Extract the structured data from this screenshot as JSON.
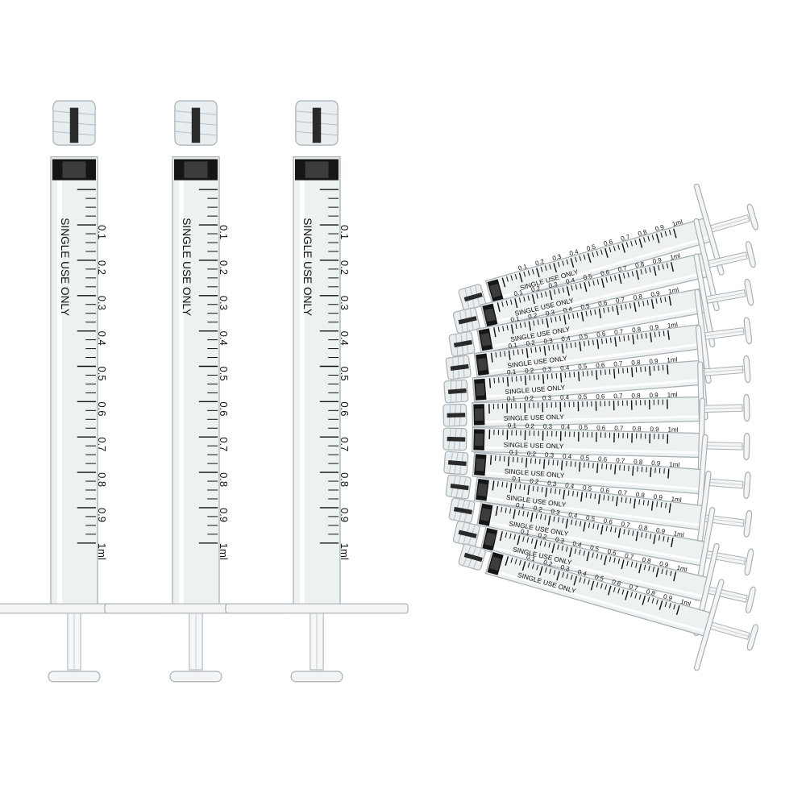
{
  "image": {
    "background": "#ffffff",
    "barrel_color": "#eef1f2",
    "outline_color": "#a9b0b4",
    "mark_color": "#111111",
    "stopper_color": "#151515"
  },
  "syringe": {
    "label": "SINGLE USE ONLY",
    "scale_labels": [
      "0.1",
      "0.2",
      "0.3",
      "0.4",
      "0.5",
      "0.6",
      "0.7",
      "0.8",
      "0.9",
      "1ml"
    ]
  },
  "upright_syringe_count": 3,
  "fanned_syringe_count": 12
}
